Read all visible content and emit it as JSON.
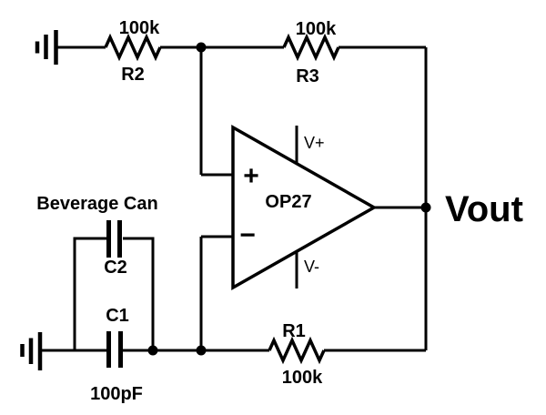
{
  "canvas": {
    "background": "#ffffff",
    "line_color": "#000000",
    "text_color": "#000000"
  },
  "components": {
    "r1": {
      "designator": "R1",
      "value": "100k"
    },
    "r2": {
      "designator": "R2",
      "value": "100k"
    },
    "r3": {
      "designator": "R3",
      "value": "100k"
    },
    "c1": {
      "designator": "C1",
      "value": "100pF"
    },
    "c2": {
      "designator": "C2"
    },
    "opamp": {
      "part": "OP27",
      "noninverting_input": "+",
      "inverting_input": "−",
      "positive_supply": "V+",
      "negative_supply": "V-"
    }
  },
  "labels": {
    "beverage_can": "Beverage Can",
    "vout": "Vout"
  }
}
